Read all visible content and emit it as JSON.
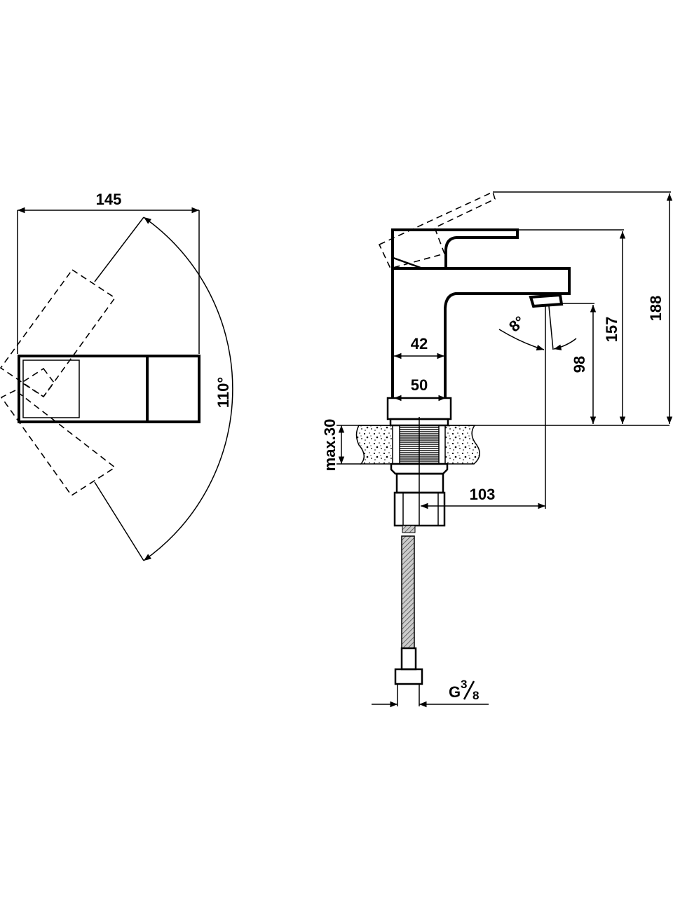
{
  "top_view": {
    "width_dim": "145",
    "swivel_angle": "110°"
  },
  "side_view": {
    "total_height": "188",
    "handle_height": "157",
    "spout_height": "98",
    "body_width": "42",
    "base_width": "50",
    "aerator_angle": "8°",
    "spout_reach": "103",
    "max_counter_thickness": "max.30",
    "connection_thread_prefix": "G",
    "connection_thread_num": "3",
    "connection_thread_den": "8"
  },
  "colors": {
    "line": "#000000",
    "background": "#ffffff"
  }
}
